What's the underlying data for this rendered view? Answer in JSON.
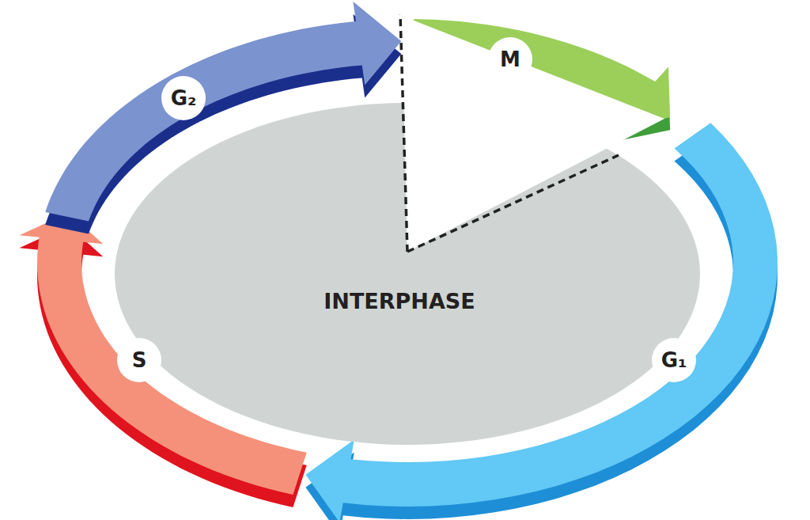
{
  "diagram": {
    "nodes": [
      {
        "text": [
          "INTERPHASE"
        ]
      },
      {
        "text": [
          "M"
        ]
      },
      {
        "text": [
          "G₂"
        ]
      },
      {
        "text": [
          "S"
        ]
      },
      {
        "text": [
          "G₁"
        ]
      }
    ]
  }
}
